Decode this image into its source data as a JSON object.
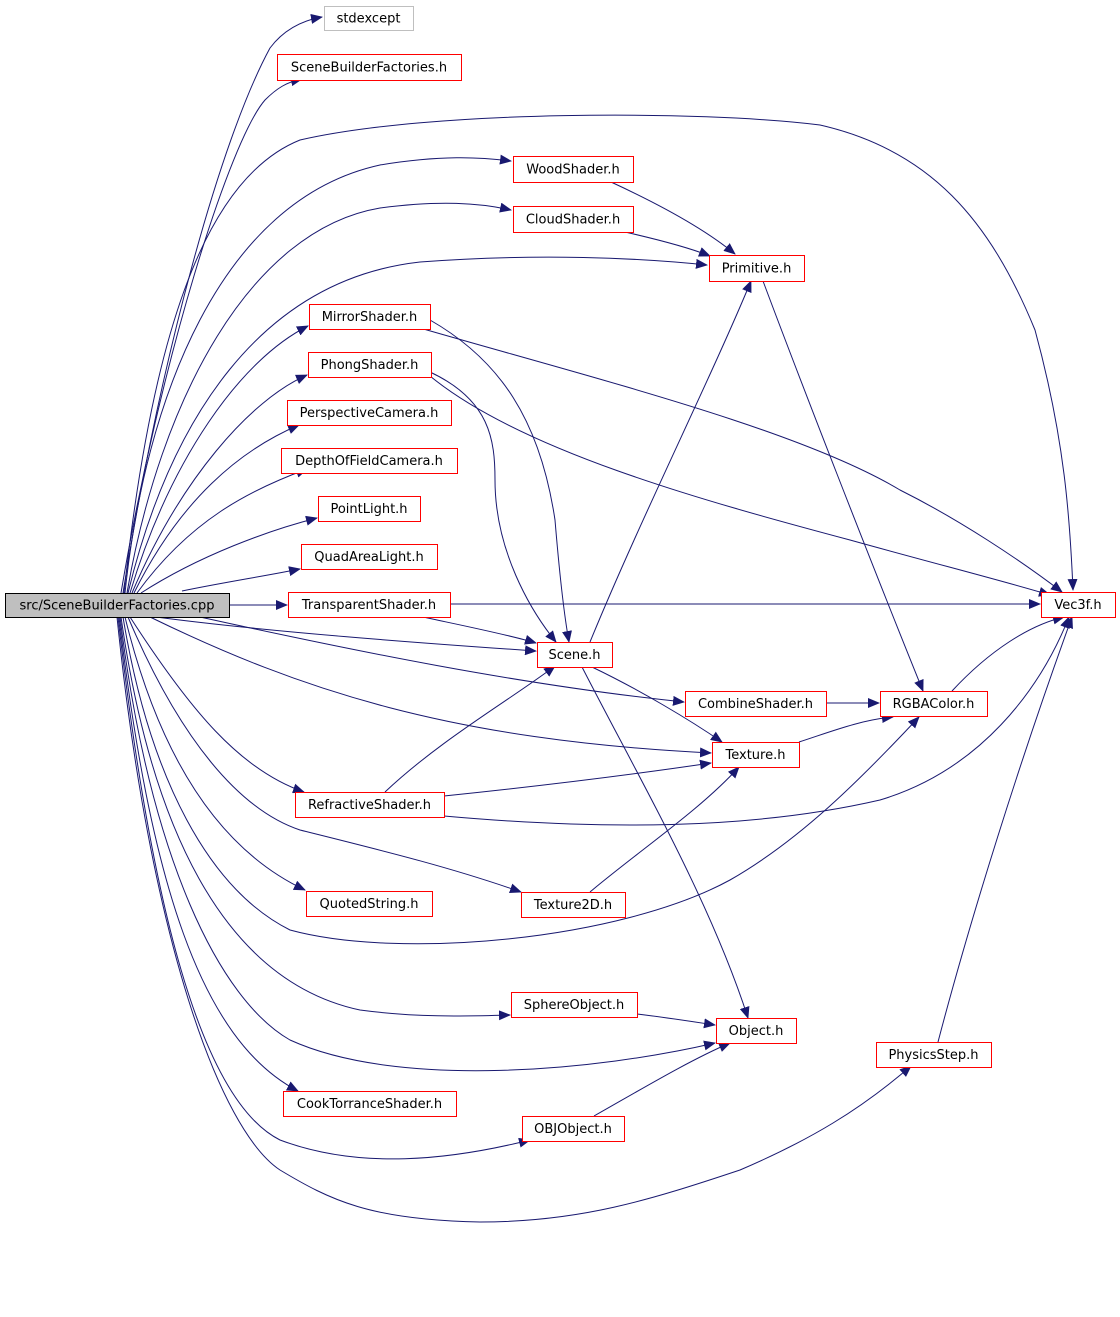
{
  "colors": {
    "edge": "#191970",
    "node_border": "#ff0000",
    "system_border": "#bfbfbf",
    "root_fill": "#bfbfbf",
    "root_border": "#000000"
  },
  "nodes": [
    {
      "id": "root",
      "label": "src/SceneBuilderFactories.cpp",
      "kind": "root"
    },
    {
      "id": "stdexcept",
      "label": "stdexcept",
      "kind": "system"
    },
    {
      "id": "sbf_h",
      "label": "SceneBuilderFactories.h",
      "kind": "file"
    },
    {
      "id": "wood",
      "label": "WoodShader.h",
      "kind": "file"
    },
    {
      "id": "cloud",
      "label": "CloudShader.h",
      "kind": "file"
    },
    {
      "id": "primitive",
      "label": "Primitive.h",
      "kind": "file"
    },
    {
      "id": "mirror",
      "label": "MirrorShader.h",
      "kind": "file"
    },
    {
      "id": "phong",
      "label": "PhongShader.h",
      "kind": "file"
    },
    {
      "id": "persp",
      "label": "PerspectiveCamera.h",
      "kind": "file"
    },
    {
      "id": "dof",
      "label": "DepthOfFieldCamera.h",
      "kind": "file"
    },
    {
      "id": "pointlight",
      "label": "PointLight.h",
      "kind": "file"
    },
    {
      "id": "quadlight",
      "label": "QuadAreaLight.h",
      "kind": "file"
    },
    {
      "id": "transparent",
      "label": "TransparentShader.h",
      "kind": "file"
    },
    {
      "id": "vec3f",
      "label": "Vec3f.h",
      "kind": "file"
    },
    {
      "id": "scene",
      "label": "Scene.h",
      "kind": "file"
    },
    {
      "id": "combine",
      "label": "CombineShader.h",
      "kind": "file"
    },
    {
      "id": "rgba",
      "label": "RGBAColor.h",
      "kind": "file"
    },
    {
      "id": "texture",
      "label": "Texture.h",
      "kind": "file"
    },
    {
      "id": "refractive",
      "label": "RefractiveShader.h",
      "kind": "file"
    },
    {
      "id": "quoted",
      "label": "QuotedString.h",
      "kind": "file"
    },
    {
      "id": "texture2d",
      "label": "Texture2D.h",
      "kind": "file"
    },
    {
      "id": "sphere",
      "label": "SphereObject.h",
      "kind": "file"
    },
    {
      "id": "object",
      "label": "Object.h",
      "kind": "file"
    },
    {
      "id": "physics",
      "label": "PhysicsStep.h",
      "kind": "file"
    },
    {
      "id": "cooktorrance",
      "label": "CookTorranceShader.h",
      "kind": "file"
    },
    {
      "id": "objobject",
      "label": "OBJObject.h",
      "kind": "file"
    }
  ],
  "edges": [
    {
      "from": "root",
      "to": "stdexcept"
    },
    {
      "from": "root",
      "to": "sbf_h"
    },
    {
      "from": "root",
      "to": "vec3f"
    },
    {
      "from": "root",
      "to": "wood"
    },
    {
      "from": "root",
      "to": "cloud"
    },
    {
      "from": "root",
      "to": "primitive"
    },
    {
      "from": "root",
      "to": "mirror"
    },
    {
      "from": "root",
      "to": "phong"
    },
    {
      "from": "root",
      "to": "persp"
    },
    {
      "from": "root",
      "to": "dof"
    },
    {
      "from": "root",
      "to": "pointlight"
    },
    {
      "from": "root",
      "to": "quadlight"
    },
    {
      "from": "root",
      "to": "transparent"
    },
    {
      "from": "root",
      "to": "scene"
    },
    {
      "from": "root",
      "to": "combine"
    },
    {
      "from": "root",
      "to": "texture"
    },
    {
      "from": "root",
      "to": "refractive"
    },
    {
      "from": "root",
      "to": "texture2d"
    },
    {
      "from": "root",
      "to": "quoted"
    },
    {
      "from": "root",
      "to": "rgba"
    },
    {
      "from": "root",
      "to": "sphere"
    },
    {
      "from": "root",
      "to": "object"
    },
    {
      "from": "root",
      "to": "cooktorrance"
    },
    {
      "from": "root",
      "to": "objobject"
    },
    {
      "from": "root",
      "to": "physics"
    },
    {
      "from": "wood",
      "to": "primitive"
    },
    {
      "from": "cloud",
      "to": "primitive"
    },
    {
      "from": "primitive",
      "to": "rgba"
    },
    {
      "from": "mirror",
      "to": "vec3f"
    },
    {
      "from": "mirror",
      "to": "scene"
    },
    {
      "from": "phong",
      "to": "vec3f"
    },
    {
      "from": "phong",
      "to": "scene"
    },
    {
      "from": "transparent",
      "to": "vec3f"
    },
    {
      "from": "transparent",
      "to": "scene"
    },
    {
      "from": "scene",
      "to": "primitive"
    },
    {
      "from": "scene",
      "to": "texture"
    },
    {
      "from": "scene",
      "to": "object"
    },
    {
      "from": "combine",
      "to": "rgba"
    },
    {
      "from": "rgba",
      "to": "vec3f"
    },
    {
      "from": "texture",
      "to": "rgba"
    },
    {
      "from": "refractive",
      "to": "scene"
    },
    {
      "from": "refractive",
      "to": "texture"
    },
    {
      "from": "refractive",
      "to": "vec3f"
    },
    {
      "from": "texture2d",
      "to": "texture"
    },
    {
      "from": "sphere",
      "to": "object"
    },
    {
      "from": "objobject",
      "to": "object"
    },
    {
      "from": "physics",
      "to": "vec3f"
    }
  ]
}
